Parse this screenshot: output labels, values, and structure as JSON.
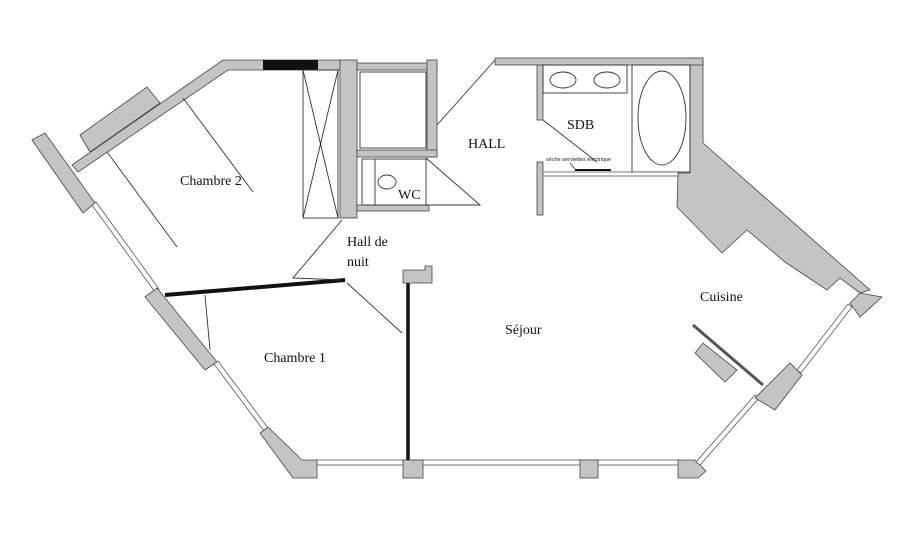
{
  "rooms": {
    "chambre2": "Chambre 2",
    "chambre1": "Chambre 1",
    "hall": "HALL",
    "hall_nuit_line1": "Hall de",
    "hall_nuit_line2": "nuit",
    "wc": "WC",
    "sdb": "SDB",
    "sejour": "Séjour",
    "cuisine": "Cuisine"
  },
  "annotations": {
    "towel_heater": "séche serviettes électrique"
  },
  "colors": {
    "wall": "#c4c4c4",
    "partition": "#111111"
  }
}
